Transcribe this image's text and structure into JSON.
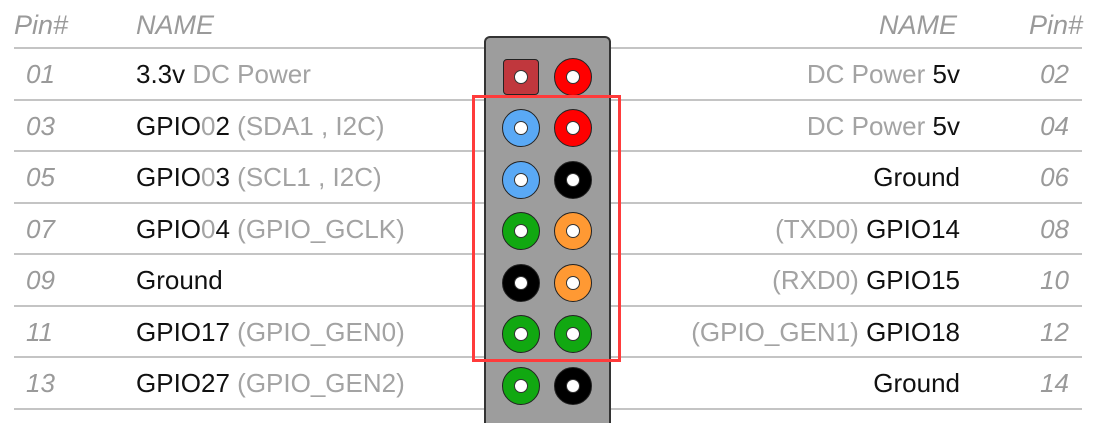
{
  "header": {
    "left_pin": "Pin#",
    "left_name": "NAME",
    "right_name": "NAME",
    "right_pin": "Pin#"
  },
  "colors": {
    "power_3v3": "#c0373d",
    "power_5v": "#ff0000",
    "i2c": "#5aa9f5",
    "ground": "#000000",
    "gpio": "#11a811",
    "uart": "#ff9933",
    "highlight_box": "#ff3b3b",
    "board": "#9d9d9d"
  },
  "rows": [
    {
      "left": {
        "pin": "01",
        "parts": [
          {
            "t": "3.3v",
            "s": "dark"
          },
          {
            "t": " DC Power",
            "s": "light"
          }
        ],
        "color": "power_3v3",
        "shape": "square"
      },
      "right": {
        "pin": "02",
        "parts": [
          {
            "t": "DC Power ",
            "s": "light"
          },
          {
            "t": "5v",
            "s": "dark"
          }
        ],
        "color": "power_5v"
      }
    },
    {
      "left": {
        "pin": "03",
        "parts": [
          {
            "t": "GPIO",
            "s": "dark"
          },
          {
            "t": "0",
            "s": "light"
          },
          {
            "t": "2",
            "s": "dark"
          },
          {
            "t": " (SDA1 , I2C)",
            "s": "light"
          }
        ],
        "color": "i2c"
      },
      "right": {
        "pin": "04",
        "parts": [
          {
            "t": "DC Power ",
            "s": "light"
          },
          {
            "t": "5v",
            "s": "dark"
          }
        ],
        "color": "power_5v"
      }
    },
    {
      "left": {
        "pin": "05",
        "parts": [
          {
            "t": "GPIO",
            "s": "dark"
          },
          {
            "t": "0",
            "s": "light"
          },
          {
            "t": "3",
            "s": "dark"
          },
          {
            "t": " (SCL1 , I2C)",
            "s": "light"
          }
        ],
        "color": "i2c"
      },
      "right": {
        "pin": "06",
        "parts": [
          {
            "t": "Ground",
            "s": "dark"
          }
        ],
        "color": "ground"
      }
    },
    {
      "left": {
        "pin": "07",
        "parts": [
          {
            "t": "GPIO",
            "s": "dark"
          },
          {
            "t": "0",
            "s": "light"
          },
          {
            "t": "4",
            "s": "dark"
          },
          {
            "t": " (GPIO_GCLK)",
            "s": "light"
          }
        ],
        "color": "gpio"
      },
      "right": {
        "pin": "08",
        "parts": [
          {
            "t": "(TXD0) ",
            "s": "light"
          },
          {
            "t": "GPIO14",
            "s": "dark"
          }
        ],
        "color": "uart"
      }
    },
    {
      "left": {
        "pin": "09",
        "parts": [
          {
            "t": "Ground",
            "s": "dark"
          }
        ],
        "color": "ground"
      },
      "right": {
        "pin": "10",
        "parts": [
          {
            "t": "(RXD0) ",
            "s": "light"
          },
          {
            "t": "GPIO15",
            "s": "dark"
          }
        ],
        "color": "uart"
      }
    },
    {
      "left": {
        "pin": "11",
        "parts": [
          {
            "t": "GPIO17",
            "s": "dark"
          },
          {
            "t": " (GPIO_GEN0)",
            "s": "light"
          }
        ],
        "color": "gpio"
      },
      "right": {
        "pin": "12",
        "parts": [
          {
            "t": "(GPIO_GEN1) ",
            "s": "light"
          },
          {
            "t": "GPIO18",
            "s": "dark"
          }
        ],
        "color": "gpio"
      }
    },
    {
      "left": {
        "pin": "13",
        "parts": [
          {
            "t": "GPIO27",
            "s": "dark"
          },
          {
            "t": " (GPIO_GEN2)",
            "s": "light"
          }
        ],
        "color": "gpio"
      },
      "right": {
        "pin": "14",
        "parts": [
          {
            "t": "Ground",
            "s": "dark"
          }
        ],
        "color": "ground"
      }
    }
  ],
  "highlight": {
    "label": "selected pins 03-12"
  }
}
